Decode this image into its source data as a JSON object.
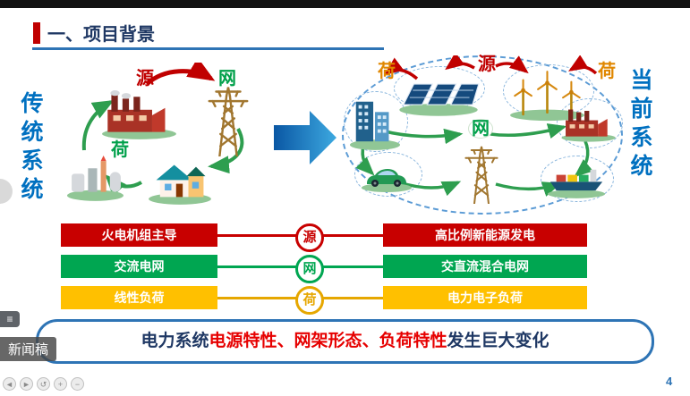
{
  "slide": {
    "title": "一、项目背景",
    "page_number": "4",
    "left_system_label": "传统系统",
    "right_system_label": "当前系统",
    "traditional_diagram": {
      "source_label": "源",
      "grid_label": "网",
      "load_label": "荷"
    },
    "current_diagram": {
      "load_label_left": "荷",
      "source_label": "源",
      "load_label_right": "荷",
      "grid_label": "网"
    },
    "comparison": {
      "rows": [
        {
          "left": "火电机组主导",
          "badge": "源",
          "right": "高比例新能源发电"
        },
        {
          "left": "交流电网",
          "badge": "网",
          "right": "交直流混合电网"
        },
        {
          "left": "线性负荷",
          "badge": "荷",
          "right": "电力电子负荷"
        }
      ]
    },
    "conclusion": {
      "part1": "电力系统",
      "part2": "电源特性、",
      "part3": "网架形态、",
      "part4": "负荷特性",
      "part5": "发生巨大变化"
    },
    "colors": {
      "red": "#C80000",
      "green": "#00A651",
      "yellow": "#FFC000",
      "title_blue": "#1F3864",
      "accent_blue": "#2E74B5",
      "label_blue": "#0070C0",
      "highlight_red": "#E60000"
    }
  },
  "overlay": {
    "watermark": "新闻稿",
    "sidebar_toggle": {
      "glyph": "≡"
    },
    "controls": [
      {
        "name": "prev",
        "glyph": "◄"
      },
      {
        "name": "next",
        "glyph": "►"
      },
      {
        "name": "rotate",
        "glyph": "↺"
      },
      {
        "name": "zoom-in",
        "glyph": "+"
      },
      {
        "name": "zoom-out",
        "glyph": "−"
      }
    ]
  }
}
